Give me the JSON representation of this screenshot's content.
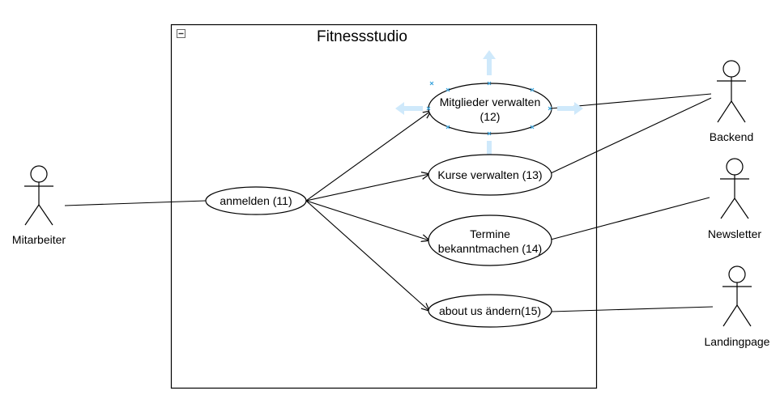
{
  "system": {
    "title": "Fitnessstudio"
  },
  "use_cases": {
    "anmelden": {
      "label_line1": "anmelden (11)"
    },
    "mitglieder": {
      "label_line1": "Mitglieder verwalten",
      "label_line2": "(12)"
    },
    "kurse": {
      "label_line1": "Kurse verwalten (13)"
    },
    "termine": {
      "label_line1": "Termine",
      "label_line2": "bekanntmachen (14)"
    },
    "aboutus": {
      "label_line1": "about us ändern(15)"
    }
  },
  "actors": {
    "mitarbeiter": {
      "label": "Mitarbeiter"
    },
    "backend": {
      "label": "Backend"
    },
    "newsletter": {
      "label": "Newsletter"
    },
    "landingpage": {
      "label": "Landingpage"
    }
  },
  "colors": {
    "line": "#000000",
    "selection_handle": "#3aa3dc",
    "selection_arrow": "#cfe9fb"
  }
}
